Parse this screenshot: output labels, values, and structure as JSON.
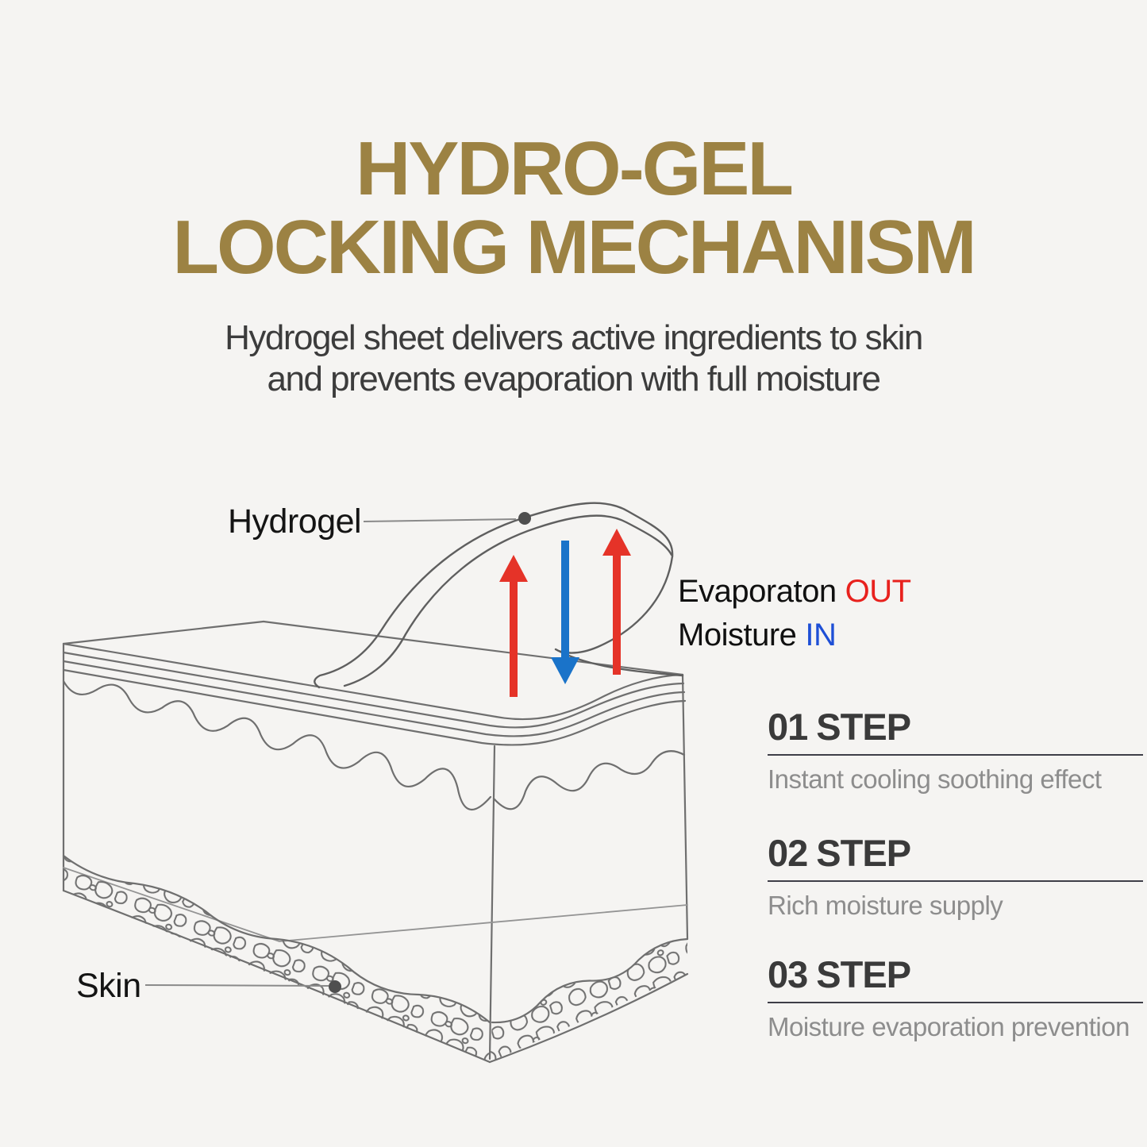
{
  "title": {
    "line1": "HYDRO-GEL",
    "line2": "LOCKING MECHANISM",
    "color": "#9c8243"
  },
  "subtitle": {
    "line1": "Hydrogel sheet delivers active ingredients to skin",
    "line2": "and prevents evaporation with full moisture",
    "color": "#3c3c3c"
  },
  "diagram": {
    "labels": {
      "hydrogel": "Hydrogel",
      "skin": "Skin"
    },
    "flow": {
      "line1_text": "Evaporaton",
      "line1_tag": "OUT",
      "line2_text": "Moisture",
      "line2_tag": "IN",
      "out_color": "#e8211d",
      "in_color": "#1e4fd6"
    },
    "arrow_up_color": "#e53328",
    "arrow_down_color": "#1a73c9",
    "line_color": "#6f6f6f",
    "leader_color": "#8a8a8a",
    "dot_color": "#4f4f4f"
  },
  "steps": [
    {
      "number": "01",
      "word": "STEP",
      "description": "Instant cooling soothing effect"
    },
    {
      "number": "02",
      "word": "STEP",
      "description": "Rich moisture supply"
    },
    {
      "number": "03",
      "word": "STEP",
      "description": "Moisture evaporation prevention"
    }
  ],
  "step_style": {
    "heading_color": "#3a3a3a",
    "divider_color": "#3e3e48",
    "description_color": "#8d8d8d"
  }
}
